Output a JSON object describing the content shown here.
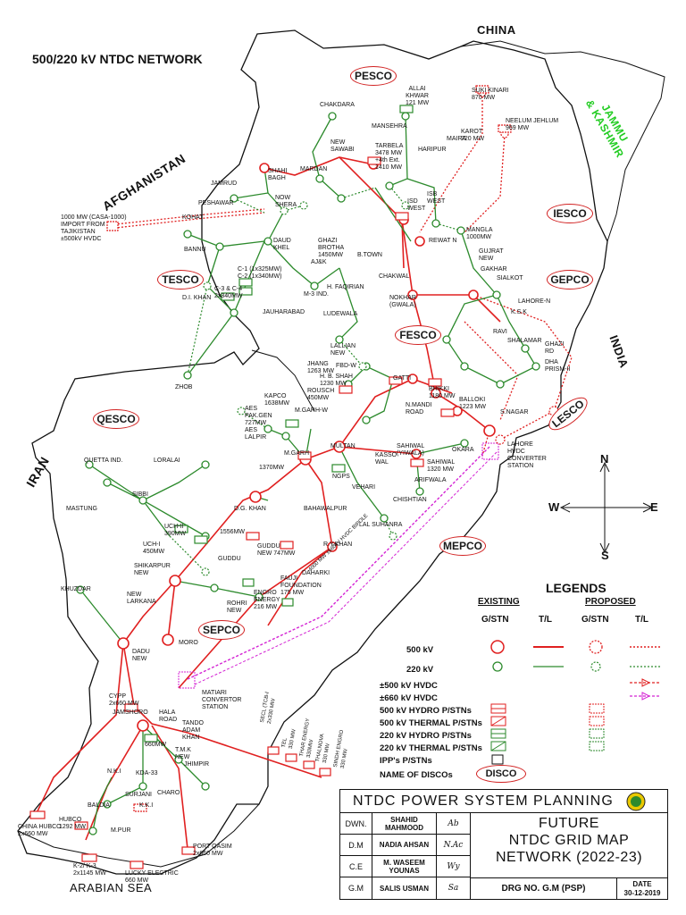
{
  "title": "500/220 kV NTDC NETWORK",
  "countries": {
    "china": "CHINA",
    "afghanistan": "AFGHANISTAN",
    "iran": "IRAN",
    "india": "INDIA",
    "jk": "JAMMU\n& KASHMIR",
    "sea": "ARABIAN SEA"
  },
  "discos": {
    "pesco": "PESCO",
    "iesco": "IESCO",
    "gepco": "GEPCO",
    "tesco": "TESCO",
    "fesco": "FESCO",
    "qesco": "QESCO",
    "lesco": "LESCO",
    "mepco": "MEPCO",
    "sepco": "SEPCO"
  },
  "stations": {
    "chakdara": "CHAKDARA",
    "allai": "ALLAI\nKHWAR\n121 MW",
    "suki": "SUKI KINARI\n870 MW",
    "neelum": "NEELUM JEHLUM\n969 MW",
    "karot": "KAROT\n720 MW",
    "mansehra": "MANSEHRA",
    "mardan": "MARDAN",
    "shahibagh": "SHAHI\nBAGH",
    "newsawabi": "NEW\nSAWABI",
    "tarbela": "TARBELA\n3478 MW\n+4th Ext.\n1410 MW",
    "haripur": "HARIPUR",
    "maira": "MAIRA",
    "jamrud": "JAMRUD",
    "peshawar": "PESHAWAR",
    "nowshera": "NOW\nSHERA",
    "casa": "1000 MW (CASA-1000)\nIMPORT FROM\nTAJIKISTAN\n±500kV HVDC",
    "kohat": "KOHAT",
    "isbd": "ISB\nWEST",
    "isbdwest": "ISD\nWEST",
    "bannu": "BANNU",
    "daudkhel": "DAUD\nKHEL",
    "ghazi": "GHAZI\nBROTHA\n1450MW",
    "rewat": "REWAT N",
    "mangla": "MANGLA\n1000MW",
    "c1": "C-1 (1x325MW)\nC-2 (1x340MW)",
    "c34": "C-3 & C-4\n2x340MW",
    "ajk": "AJ&K",
    "btown": "B.TOWN",
    "chakwal": "CHAKWAL",
    "gujrat": "GUJRAT\nNEW",
    "gakhar": "GAKHAR",
    "sialkot": "SIALKOT",
    "nokhar": "NOKHAR\n(GWALA)",
    "m3ind": "M-3 IND.",
    "hfaqirian": "H. FAQIRIAN",
    "dikhan": "D.I. KHAN",
    "jauharabad": "JAUHARABAD",
    "ludewala": "LUDEWALA",
    "lahoreiv": "LAHORE-N",
    "ksk": "K.S.K",
    "shalamar": "SHALAMAR",
    "zhob": "ZHOB",
    "lallian": "LALLIAN\nNEW",
    "ravi": "RAVI",
    "ghazird": "GHAZI\nRD",
    "jhang": "JHANG\n1263 MW",
    "hbshah": "H. B. SHAH\n1230 MW",
    "fbdw": "FBD-W",
    "gatti": "GATTI",
    "bhikki": "BHIKKI\n1180 MW",
    "dhaprism": "DHA\nPRISM-II",
    "kapco": "KAPCO\n1638MW",
    "rousch": "ROUSCH\n450MW",
    "mgarh": "M.GARH-W",
    "aes": "AES\nPAK.GEN\n727MW\nAES\nLALPIR",
    "mgarh2": "M.GARH",
    "nmandi": "N.MANDI\nROAD",
    "balloki": "BALLOKI\n1223 MW",
    "snagar": "S.NAGAR",
    "lahoreconv": "LAHORE\nHVDC\nCONVERTER\nSTATION",
    "m1370": "1370MW",
    "nsps": "NGPS",
    "multan": "MULTAN",
    "sahiwal": "SAHIWAL\n(YIWALA)",
    "sahiwal2": "SAHIWAL\n1320 MW",
    "okara": "OKARA",
    "kassowal": "KASSO\nWAL",
    "quettaind": "QUETTA IND.",
    "loralai": "LORALAI",
    "vehari": "VEHARI",
    "arifwala": "ARIFWALA",
    "chishtian": "CHISHTIAN",
    "sibbi": "SIBBI",
    "mastung": "MASTUNG",
    "uch2": "UCH-II\n390MW",
    "uch1": "UCH-I\n450MW",
    "dgkhan": "D.G. KHAN",
    "bahawalpur": "BAHAWALPUR",
    "lalsuhanra": "LAL SUHANRA",
    "m1556": "1556MW",
    "guddunew": "GUDDU\nNEW 747MW",
    "ryk": "R.Y.KHAN",
    "guddu": "GUDDU",
    "shikarpur": "SHIKARPUR\nNEW",
    "khuzdar": "KHUZDAR",
    "newlarkana": "NEW\nLARKANA",
    "fauji": "FAUJI\nFOUNDATION\n175 MW",
    "daharki": "DAHARKI",
    "engro": "ENGRO\nENERGY\n216 MW",
    "rohri": "ROHRI\nNEW",
    "dadu": "DADU\nNEW",
    "moro": "MORO",
    "hvdcbipole": "4000 MW ±660kV HVDC BIPOLE",
    "matiari": "MATIARI\nCONVERTOR\nSTATION",
    "cypp": "CYPP\n2x660 MW",
    "jamshoro": "JAMSHORO",
    "hala": "HALA\nROAD",
    "m660": "660MW",
    "tando": "TANDO\nADAM\nKHAN",
    "tmk": "T.M.K\nNEW",
    "jhimpir": "JHIMPIR",
    "nkl": "N.K.I",
    "kda33": "KDA-33",
    "surjani": "SURJANI",
    "charo": "CHARO",
    "baldia": "BALDIA",
    "mpur": "M.PUR",
    "kki": "K.K.I",
    "chinahubco": "CHINA HUBCO\n2x660 MW",
    "hubco": "HUBCO\n1292 MW",
    "k2k3": "K-2/ K-3\n2x1145 MW",
    "lucky": "LUCKY ELECTRIC\n660 MW",
    "portqasim": "PORT QASIM\n2x660 MW",
    "thar1": "SECL (TCB-I\n2x330 MW",
    "thar2": "TEL\n330 MW",
    "thar3": "THAR ENERGY\n330MW",
    "thar4": "THALNOVA\n330 MW",
    "thar5": "SINDH ENGRO\n330 MW"
  },
  "compass": {
    "n": "N",
    "s": "S",
    "e": "E",
    "w": "W"
  },
  "legend": {
    "title": "LEGENDS",
    "existing": "EXISTING",
    "proposed": "PROPOSED",
    "gstn": "G/STN",
    "tl": "T/L",
    "rows": [
      "500 kV",
      "220 kV",
      "±500 kV HVDC",
      "±660 kV HVDC",
      "500 kV HYDRO P/STNs",
      "500 kV THERMAL P/STNs",
      "220 kV HYDRO P/STNs",
      "220 kV THERMAL P/STNs",
      "IPP's P/STNs",
      "NAME OF DISCOs"
    ],
    "disco_sample": "DISCO"
  },
  "colors": {
    "kv500": "#e02020",
    "kv220": "#2c8a2c",
    "hvdc660": "#d424d4",
    "jk": "#22cc22"
  },
  "title_block": {
    "header": "NTDC POWER SYSTEM PLANNING",
    "rows": [
      {
        "role": "DWN.",
        "name": "SHAHID\nMAHMOOD",
        "sig": "Ab"
      },
      {
        "role": "D.M",
        "name": "NADIA AHSAN",
        "sig": "N.Ac"
      },
      {
        "role": "C.E",
        "name": "M. WASEEM\nYOUNAS",
        "sig": "Wy"
      },
      {
        "role": "G.M",
        "name": "SALIS USMAN",
        "sig": "Sa"
      }
    ],
    "map_title": "FUTURE\nNTDC GRID MAP\nNETWORK (2022-23)",
    "drg": "DRG NO. G.M (PSP)",
    "date_label": "DATE",
    "date": "30-12-2019"
  }
}
